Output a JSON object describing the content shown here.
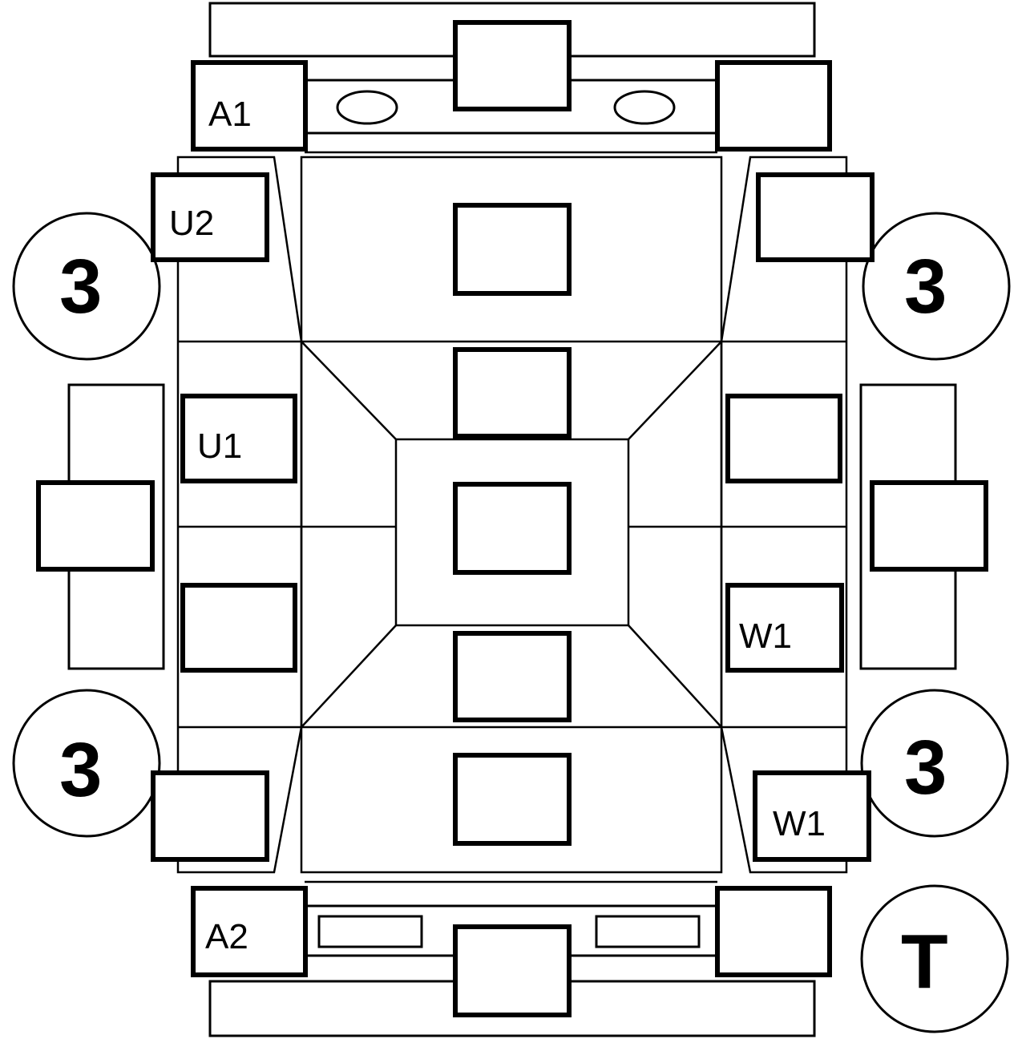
{
  "labels": {
    "a1": "A1",
    "a2": "A2",
    "u1": "U1",
    "u2": "U2",
    "w1_mid": "W1",
    "w1_low": "W1"
  },
  "circles": {
    "top_left": "3",
    "top_right": "3",
    "bottom_left": "3",
    "bottom_right": "3",
    "corner": "T"
  }
}
